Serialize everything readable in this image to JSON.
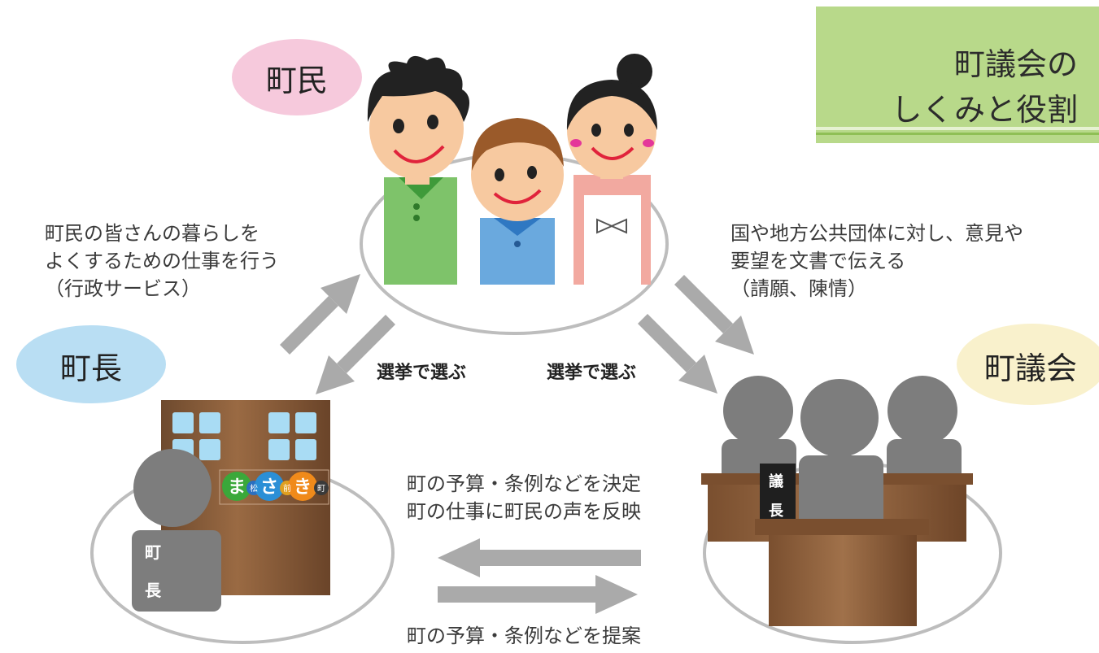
{
  "title": {
    "line1": "町議会の",
    "line2": "しくみと役割"
  },
  "labels": {
    "residents": "町民",
    "mayor": "町長",
    "assembly": "町議会"
  },
  "mayor_plate": {
    "char1": "町",
    "char2": "長"
  },
  "chair_plate": {
    "char1": "議",
    "char2": "長"
  },
  "logo": {
    "chars": [
      "ま",
      "松",
      "さ",
      "前",
      "き",
      "町"
    ]
  },
  "edges": {
    "mayor_to_residents": [
      "町民の皆さんの暮らしを",
      "よくするための仕事を行う",
      "（行政サービス）"
    ],
    "residents_to_assembly": [
      "国や地方公共団体に対し、意見や",
      "要望を文書で伝える",
      "（請願、陳情）"
    ],
    "elect_mayor": "選挙で選ぶ",
    "elect_assembly": "選挙で選ぶ",
    "assembly_to_mayor": [
      "町の予算・条例などを決定",
      "町の仕事に町民の声を反映"
    ],
    "mayor_to_assembly": "町の予算・条例などを提案"
  },
  "colors": {
    "residents_bubble": "#f6c9dc",
    "mayor_bubble": "#b9def3",
    "assembly_bubble": "#f9f1cc",
    "title_bg": "#b8d98a",
    "arrow": "#aaaaaa",
    "silhouette": "#7d7d7d",
    "wood": "#8b5e3c"
  }
}
